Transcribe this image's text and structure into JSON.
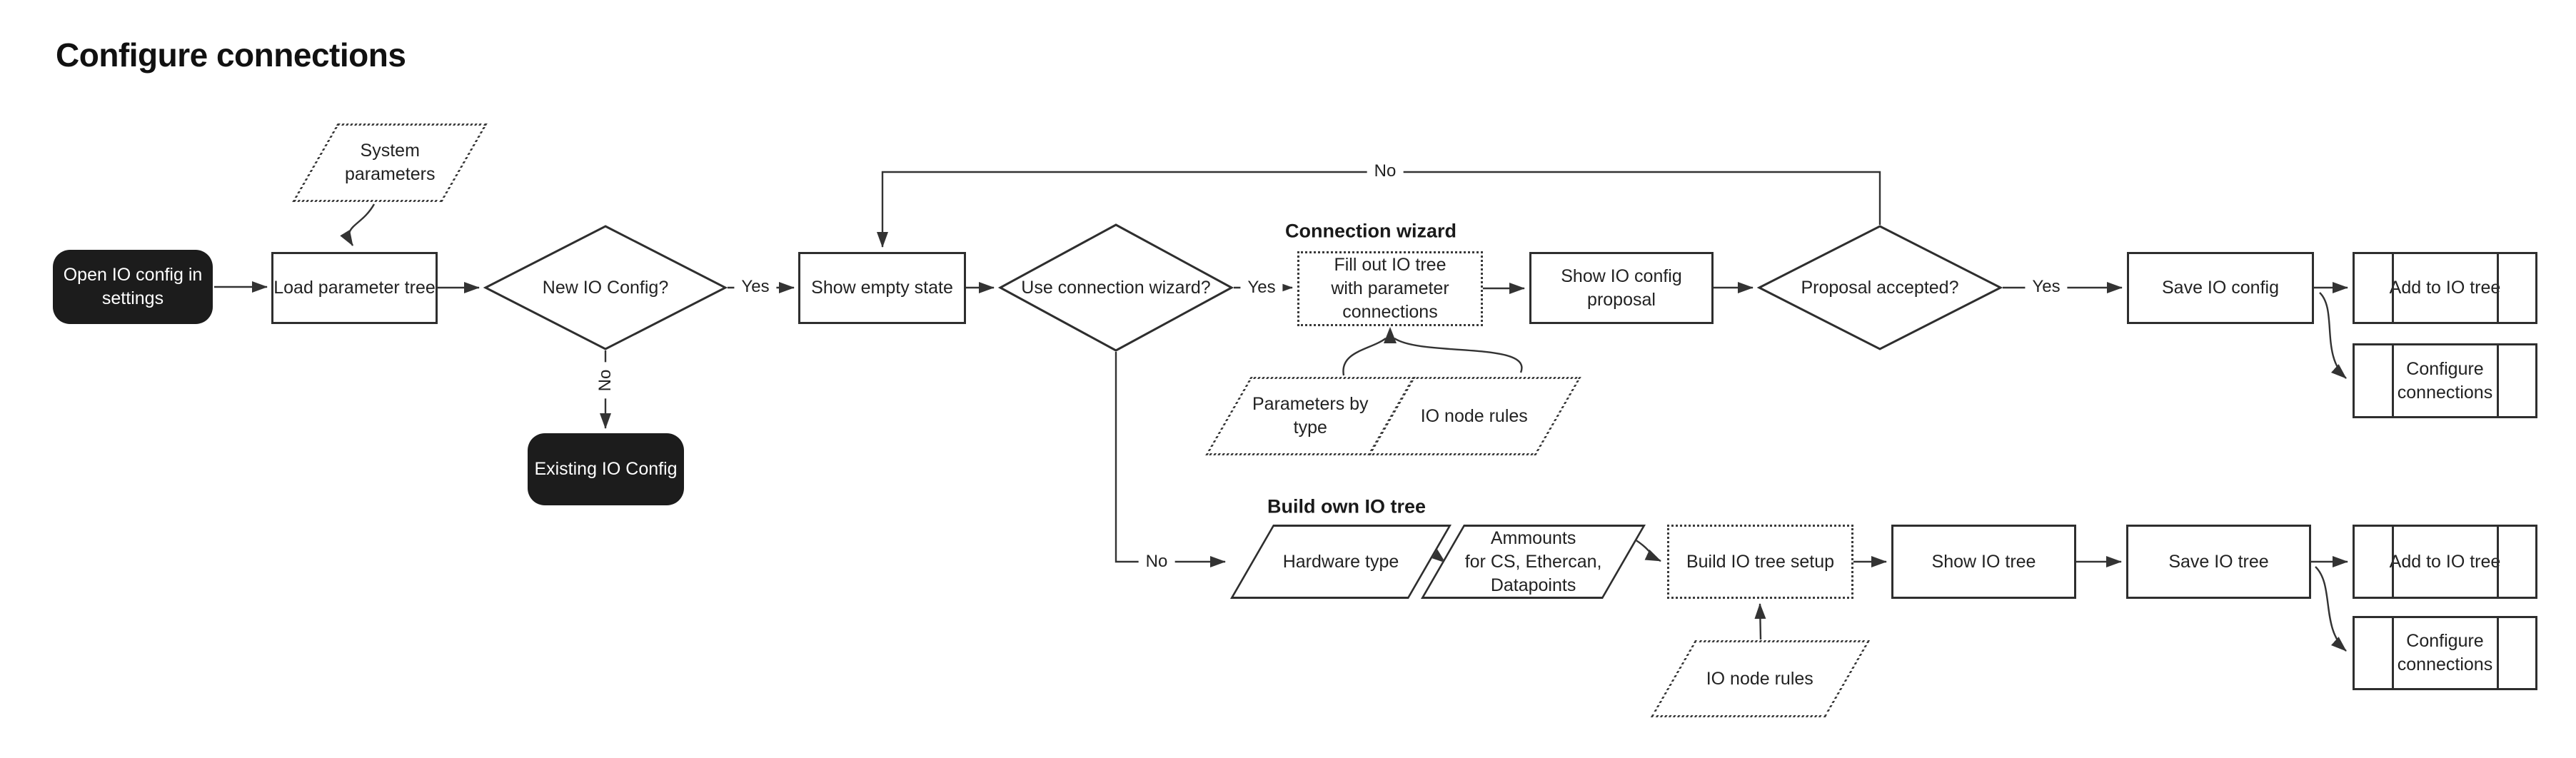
{
  "title": "Configure connections",
  "colors": {
    "stroke": "#2e2e2e",
    "edge": "#333333",
    "dark_node_bg": "#1c1c1c",
    "dark_node_text": "#ffffff",
    "canvas_bg": "#ffffff"
  },
  "sections": {
    "wizard": "Connection wizard",
    "build": "Build own IO tree"
  },
  "nodes": {
    "start_open": {
      "label": "Open IO config in\nsettings",
      "shape": "rounded-dark"
    },
    "load_tree": {
      "label": "Load parameter tree",
      "shape": "process"
    },
    "system_parameters": {
      "label": "System\nparameters",
      "shape": "data-dotted"
    },
    "new_io_config": {
      "label": "New IO Config?",
      "shape": "decision"
    },
    "show_empty_state": {
      "label": "Show empty state",
      "shape": "process"
    },
    "existing_io_config": {
      "label": "Existing IO Config",
      "shape": "rounded-dark"
    },
    "use_wizard": {
      "label": "Use connection\nwizard?",
      "shape": "decision"
    },
    "fill_io_tree": {
      "label": "Fill out IO tree\nwith parameter\nconnections",
      "shape": "process-dotted"
    },
    "parameters_by_type": {
      "label": "Parameters by\ntype",
      "shape": "data-dotted"
    },
    "io_node_rules_wizard": {
      "label": "IO node rules",
      "shape": "data-dotted"
    },
    "show_proposal": {
      "label": "Show IO config proposal",
      "shape": "process"
    },
    "proposal_accepted": {
      "label": "Proposal\naccepted?",
      "shape": "decision"
    },
    "save_io_config": {
      "label": "Save IO config",
      "shape": "process"
    },
    "add_io_tree_top": {
      "label": "Add to IO tree",
      "shape": "predefined"
    },
    "configure_conn_top": {
      "label": "Configure\nconnections",
      "shape": "predefined"
    },
    "hardware_type": {
      "label": "Hardware type",
      "shape": "data"
    },
    "amounts": {
      "label": "Ammounts\nfor CS, Ethercan,\nDatapoints",
      "shape": "data"
    },
    "build_io_tree_setup": {
      "label": "Build IO tree setup",
      "shape": "process-dotted"
    },
    "show_io_tree": {
      "label": "Show IO tree",
      "shape": "process"
    },
    "save_io_tree": {
      "label": "Save IO tree",
      "shape": "process"
    },
    "add_io_tree_bottom": {
      "label": "Add to IO tree",
      "shape": "predefined"
    },
    "configure_conn_bottom": {
      "label": "Configure\nconnections",
      "shape": "predefined"
    },
    "io_node_rules_build": {
      "label": "IO node rules",
      "shape": "data-dotted"
    }
  },
  "edges": {
    "new_yes": {
      "label": "Yes"
    },
    "new_no": {
      "label": "No"
    },
    "wizard_yes": {
      "label": "Yes"
    },
    "wizard_no": {
      "label": "No"
    },
    "proposal_no": {
      "label": "No"
    },
    "proposal_yes": {
      "label": "Yes"
    }
  }
}
